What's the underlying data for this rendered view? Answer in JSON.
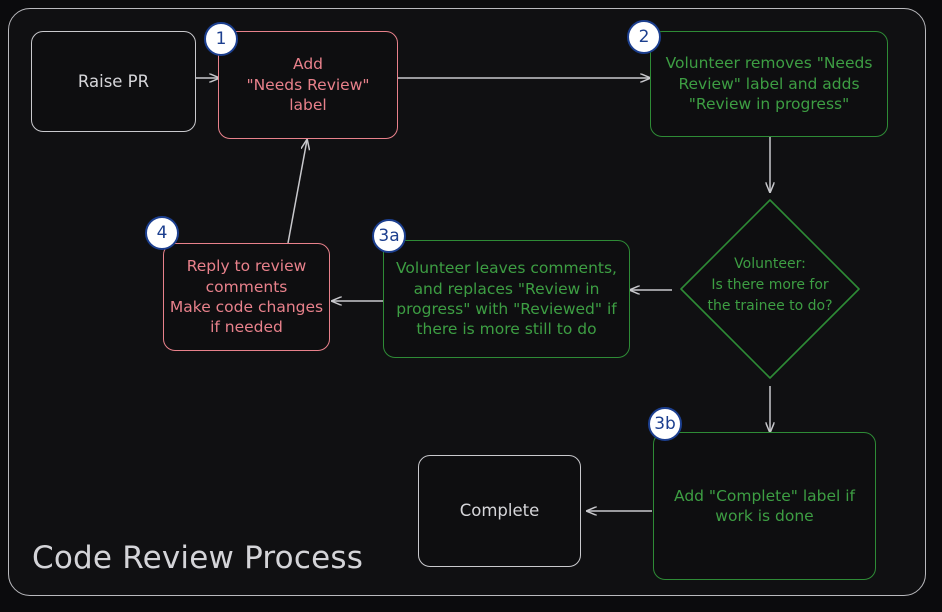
{
  "diagram": {
    "title": "Code Review Process",
    "type": "flowchart",
    "theme": {
      "background": "#0b0b0d",
      "frame_border": "#b9b9bd",
      "neutral": "#c9c9cd",
      "red": "#e8818b",
      "green": "#3d9e43",
      "green_border": "#2e8b36",
      "badge_fill": "#ffffff",
      "badge_stroke": "#1c3f8f",
      "edge": "#c8c8cc"
    },
    "nodes": [
      {
        "id": "raise-pr",
        "label": "Raise PR",
        "shape": "rounded-rect",
        "style": "neutral",
        "badge": null
      },
      {
        "id": "add-needs-review",
        "label": "Add\n\"Needs Review\"\nlabel",
        "shape": "rounded-rect",
        "style": "red",
        "badge": "1"
      },
      {
        "id": "volunteer-removes",
        "label": "Volunteer removes \"Needs\nReview\" label and adds\n\"Review in progress\"",
        "shape": "rounded-rect",
        "style": "green",
        "badge": "2"
      },
      {
        "id": "volunteer-decision",
        "label": "Volunteer:\nIs there more for\nthe trainee to do?",
        "shape": "diamond",
        "style": "green",
        "badge": null
      },
      {
        "id": "volunteer-leaves-comments",
        "label": "Volunteer leaves comments,\nand replaces \"Review in\nprogress\" with \"Reviewed\" if\nthere is more still to do",
        "shape": "rounded-rect",
        "style": "green",
        "badge": "3a"
      },
      {
        "id": "reply-to-review",
        "label": "Reply to review\ncomments\nMake code changes\nif needed",
        "shape": "rounded-rect",
        "style": "red",
        "badge": "4"
      },
      {
        "id": "add-complete-label",
        "label": "Add \"Complete\" label if\nwork is done",
        "shape": "rounded-rect",
        "style": "green",
        "badge": "3b"
      },
      {
        "id": "complete",
        "label": "Complete",
        "shape": "rounded-rect",
        "style": "neutral",
        "badge": null
      }
    ],
    "edges": [
      {
        "from": "raise-pr",
        "to": "add-needs-review",
        "label": ""
      },
      {
        "from": "add-needs-review",
        "to": "volunteer-removes",
        "label": ""
      },
      {
        "from": "volunteer-removes",
        "to": "volunteer-decision",
        "label": ""
      },
      {
        "from": "volunteer-decision",
        "to": "volunteer-leaves-comments",
        "label": ""
      },
      {
        "from": "volunteer-leaves-comments",
        "to": "reply-to-review",
        "label": ""
      },
      {
        "from": "reply-to-review",
        "to": "add-needs-review",
        "label": ""
      },
      {
        "from": "volunteer-decision",
        "to": "add-complete-label",
        "label": ""
      },
      {
        "from": "add-complete-label",
        "to": "complete",
        "label": ""
      }
    ]
  }
}
